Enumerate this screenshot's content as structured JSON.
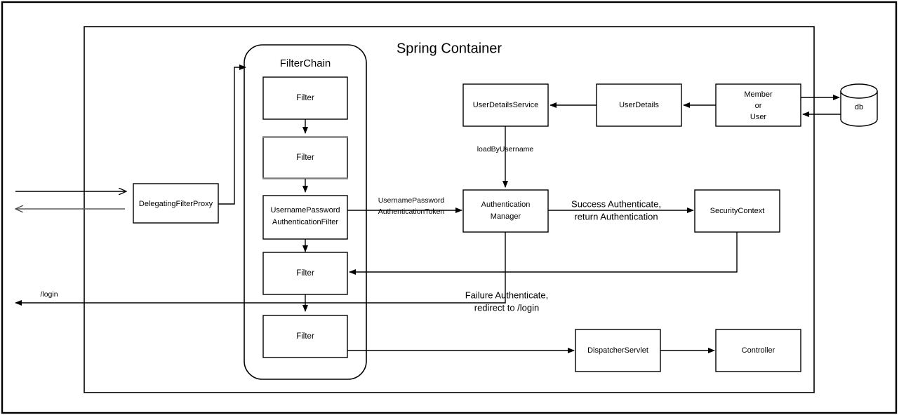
{
  "diagram": {
    "title": "Spring Container",
    "filter_chain_label": "FilterChain",
    "nodes": {
      "delegating_filter_proxy": "DelegatingFilterProxy",
      "filter1": "Filter",
      "filter2": "Filter",
      "upaf_line1": "UsernamePassword",
      "upaf_line2": "AuthenticationFilter",
      "filter4": "Filter",
      "filter5": "Filter",
      "user_details_service": "UserDetailsService",
      "user_details": "UserDetails",
      "member_line1": "Member",
      "member_line2": "or",
      "member_line3": "User",
      "db": "db",
      "auth_manager_line1": "Authentication",
      "auth_manager_line2": "Manager",
      "security_context": "SecurityContext",
      "dispatcher_servlet": "DispatcherServlet",
      "controller": "Controller"
    },
    "edges": {
      "token_line1": "UsernamePassword",
      "token_line2": "AuthenticationToken",
      "load_by_username": "loadByUsername",
      "success_line1": "Success Authenticate,",
      "success_line2": "return Authentication",
      "failure_line1": "Failure Authenticate,",
      "failure_line2": "redirect to /login",
      "login": "/login"
    },
    "colors": {
      "stroke": "#000000",
      "gray_stroke": "#7f7f7f",
      "background": "#ffffff"
    }
  }
}
